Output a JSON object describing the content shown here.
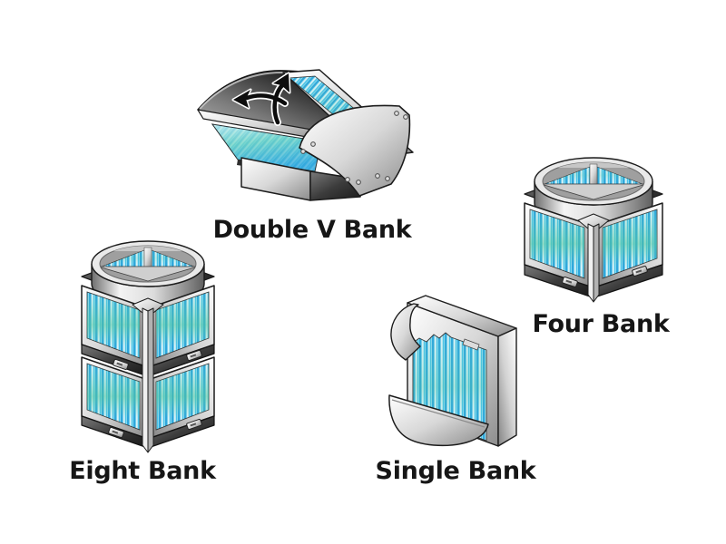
{
  "figures": [
    {
      "id": "double-v-bank",
      "label": "Double V Bank",
      "illustration": "double-v-bank-filter-unit-icon"
    },
    {
      "id": "four-bank",
      "label": "Four Bank",
      "illustration": "four-bank-filter-unit-icon"
    },
    {
      "id": "eight-bank",
      "label": "Eight Bank",
      "illustration": "eight-bank-filter-unit-icon"
    },
    {
      "id": "single-bank",
      "label": "Single Bank",
      "illustration": "single-bank-filter-unit-icon"
    }
  ],
  "colors": {
    "background": "#ffffff",
    "label_text": "#161616",
    "media_blue": "#2ea7dc",
    "media_cyan": "#aee4f2",
    "media_teal": "#57c79f",
    "metal_light": "#f5f5f5",
    "metal_dark": "#2b2b2b",
    "outline": "#1c1c1c"
  }
}
